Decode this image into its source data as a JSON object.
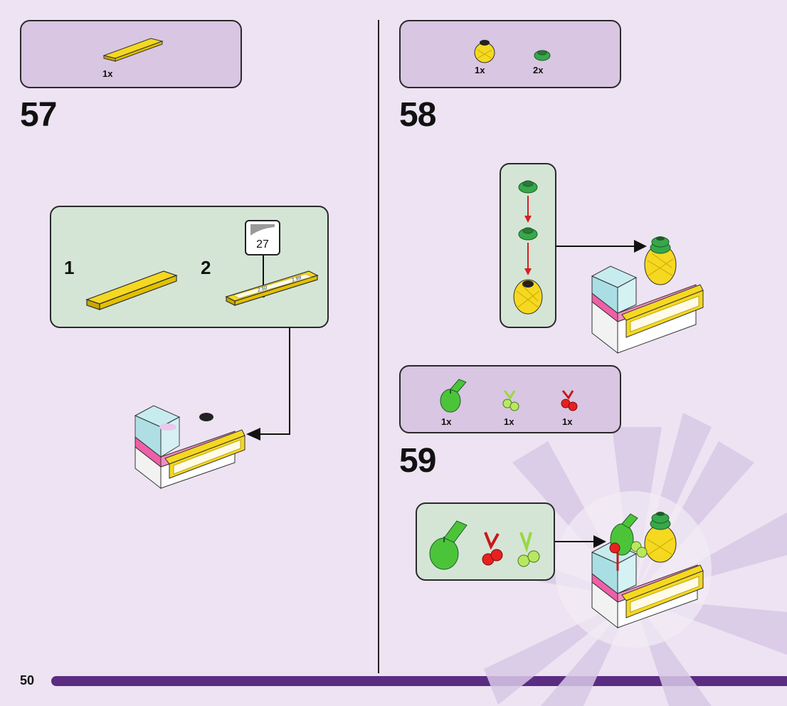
{
  "page": {
    "number": "50"
  },
  "steps": [
    {
      "number": "57",
      "parts": [
        {
          "qty": "1x",
          "icon": "yellow-tile-1x4-icon"
        }
      ],
      "callout": {
        "sub1": "1",
        "sub2": "2",
        "sticker_number": "27",
        "price_a": "2.50",
        "price_b": "1.99"
      }
    },
    {
      "number": "58",
      "parts": [
        {
          "qty": "1x",
          "icon": "pineapple-piece-icon"
        },
        {
          "qty": "2x",
          "icon": "green-plate-round-icon"
        }
      ]
    },
    {
      "number": "59",
      "parts": [
        {
          "qty": "1x",
          "icon": "green-apple-icon"
        },
        {
          "qty": "1x",
          "icon": "lime-cherries-icon"
        },
        {
          "qty": "1x",
          "icon": "red-cherries-icon"
        }
      ]
    }
  ],
  "colors": {
    "background": "#ede3f2",
    "parts_box": "#d9c6e2",
    "callout": "#d4e5d6",
    "bar": "#5a2c82",
    "brick_yellow": "#f5d820",
    "pink": "#ef5fa8"
  }
}
